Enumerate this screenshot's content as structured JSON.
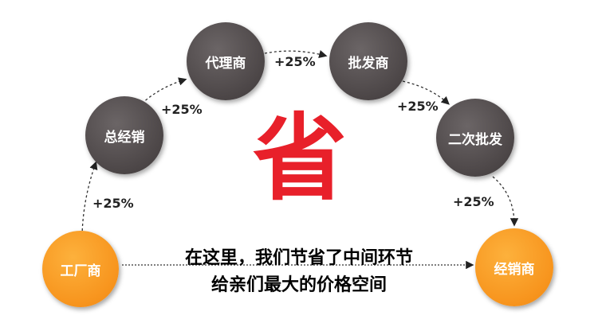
{
  "nodes": {
    "factory": "工厂商",
    "general_distributor": "总经销",
    "agent": "代理商",
    "wholesaler": "批发商",
    "secondary_wholesale": "二次批发",
    "dealer": "经销商"
  },
  "markups": {
    "m1": "+25%",
    "m2": "+25%",
    "m3": "+25%",
    "m4": "+25%",
    "m5": "+25%"
  },
  "center_char": "省",
  "message": {
    "line1": "在这里，我们节省了中间环节",
    "line2": "给亲们最大的价格空间"
  },
  "colors": {
    "node_gray": "#4c4647",
    "node_orange": "#f7941d",
    "accent_red": "#e8202a"
  }
}
